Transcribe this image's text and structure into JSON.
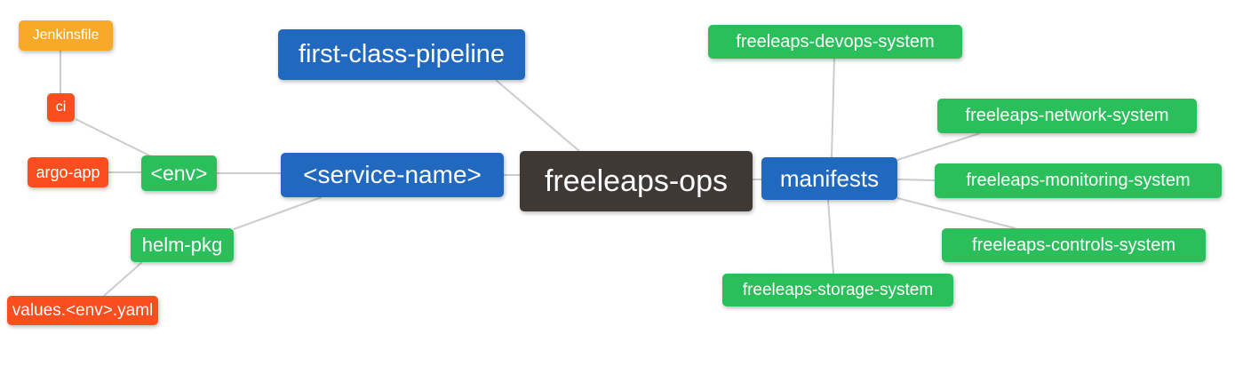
{
  "colors": {
    "root": "#3E3935",
    "primary": "#2169BE",
    "success": "#2BBF5C",
    "warning": "#F7A928",
    "danger": "#FA4E1E",
    "edge": "#CCCCCC",
    "background": "#FFFFFF",
    "node_text": "#FFFFFF"
  },
  "nodes": {
    "freeleaps_ops": {
      "label": "freeleaps-ops"
    },
    "first_class_pipeline": {
      "label": "first-class-pipeline"
    },
    "service_name": {
      "label": "<service-name>"
    },
    "manifests": {
      "label": "manifests"
    },
    "env": {
      "label": "<env>"
    },
    "helm_pkg": {
      "label": "helm-pkg"
    },
    "ci": {
      "label": "ci"
    },
    "jenkinsfile": {
      "label": "Jenkinsfile"
    },
    "argo_app": {
      "label": "argo-app"
    },
    "values_env_yaml": {
      "label": "values.<env>.yaml"
    },
    "devops_system": {
      "label": "freeleaps-devops-system"
    },
    "network_system": {
      "label": "freeleaps-network-system"
    },
    "monitoring_system": {
      "label": "freeleaps-monitoring-system"
    },
    "controls_system": {
      "label": "freeleaps-controls-system"
    },
    "storage_system": {
      "label": "freeleaps-storage-system"
    }
  },
  "edges": [
    {
      "from": "jenkinsfile",
      "to": "ci"
    },
    {
      "from": "ci",
      "to": "env"
    },
    {
      "from": "argo_app",
      "to": "env"
    },
    {
      "from": "env",
      "to": "service_name"
    },
    {
      "from": "service_name",
      "to": "helm_pkg"
    },
    {
      "from": "helm_pkg",
      "to": "values_env_yaml"
    },
    {
      "from": "first_class_pipeline",
      "to": "freeleaps_ops"
    },
    {
      "from": "service_name",
      "to": "freeleaps_ops"
    },
    {
      "from": "freeleaps_ops",
      "to": "manifests"
    },
    {
      "from": "manifests",
      "to": "devops_system"
    },
    {
      "from": "manifests",
      "to": "network_system"
    },
    {
      "from": "manifests",
      "to": "monitoring_system"
    },
    {
      "from": "manifests",
      "to": "controls_system"
    },
    {
      "from": "manifests",
      "to": "storage_system"
    }
  ]
}
